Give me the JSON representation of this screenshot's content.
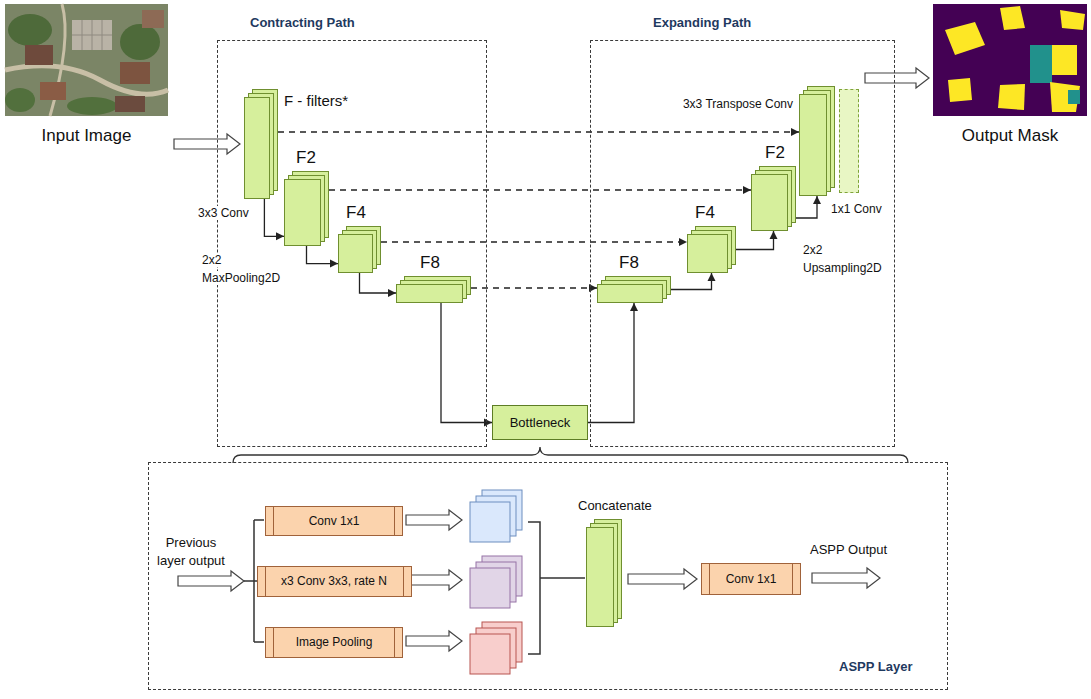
{
  "diagram": {
    "nodes": [
      {
        "text": [
          "Input Image"
        ]
      },
      {
        "text": [
          "Contracting Path"
        ]
      },
      {
        "text": [
          "F - filters*"
        ],
        "in": 1
      },
      {
        "text": [
          "F2"
        ],
        "in": 1
      },
      {
        "text": [
          "F4"
        ],
        "in": 1
      },
      {
        "text": [
          "F8"
        ],
        "in": 1
      },
      {
        "text": [
          "Expanding Path"
        ]
      },
      {
        "text": [
          "3x3 Transpose Conv"
        ],
        "in": 6
      },
      {
        "text": [
          "1x1 Conv"
        ],
        "in": 6
      },
      {
        "text": [
          "F2"
        ],
        "in": 6
      },
      {
        "text": [
          "F4"
        ],
        "in": 6
      },
      {
        "text": [
          "F8"
        ],
        "in": 6
      },
      {
        "text": [
          "Bottleneck"
        ]
      },
      {
        "text": [
          "Output Mask"
        ]
      },
      {
        "text": [
          "ASPP Layer"
        ]
      },
      {
        "text": [
          "Conv 1x1"
        ],
        "in": 14
      },
      {
        "text": [
          "x3 Conv 3x3, rate N"
        ],
        "in": 14
      },
      {
        "text": [
          "Image Pooling"
        ],
        "in": 14
      },
      {
        "text": [
          "Concatenate"
        ],
        "in": 14
      },
      {
        "text": [
          "Conv 1x1"
        ],
        "in": 14
      }
    ],
    "edges": [
      {
        "from": 0,
        "to": 2,
        "arrow": "to"
      },
      {
        "from": 2,
        "to": 3,
        "arrow": "to"
      },
      {
        "from": 3,
        "to": 4,
        "arrow": "to"
      },
      {
        "from": 4,
        "to": 5,
        "arrow": "to"
      },
      {
        "from": 5,
        "to": 12,
        "arrow": "to"
      },
      {
        "from": 12,
        "to": 11,
        "arrow": "to"
      },
      {
        "from": 11,
        "to": 10,
        "arrow": "to"
      },
      {
        "from": 10,
        "to": 9,
        "arrow": "to"
      },
      {
        "from": 9,
        "to": 7,
        "arrow": "to"
      },
      {
        "from": 2,
        "to": 7,
        "arrow": "to"
      },
      {
        "from": 3,
        "to": 9,
        "arrow": "to"
      },
      {
        "from": 4,
        "to": 10,
        "arrow": "to"
      },
      {
        "from": 5,
        "to": 11,
        "arrow": "to"
      },
      {
        "from": 8,
        "to": 13,
        "arrow": "to"
      },
      {
        "from": 18,
        "to": 19,
        "arrow": "to"
      }
    ],
    "labels": [
      "3x3 Conv",
      "2x2 MaxPooling2D",
      "2x2 Upsampling2D",
      "Previous layer output",
      "ASPP Output"
    ]
  }
}
